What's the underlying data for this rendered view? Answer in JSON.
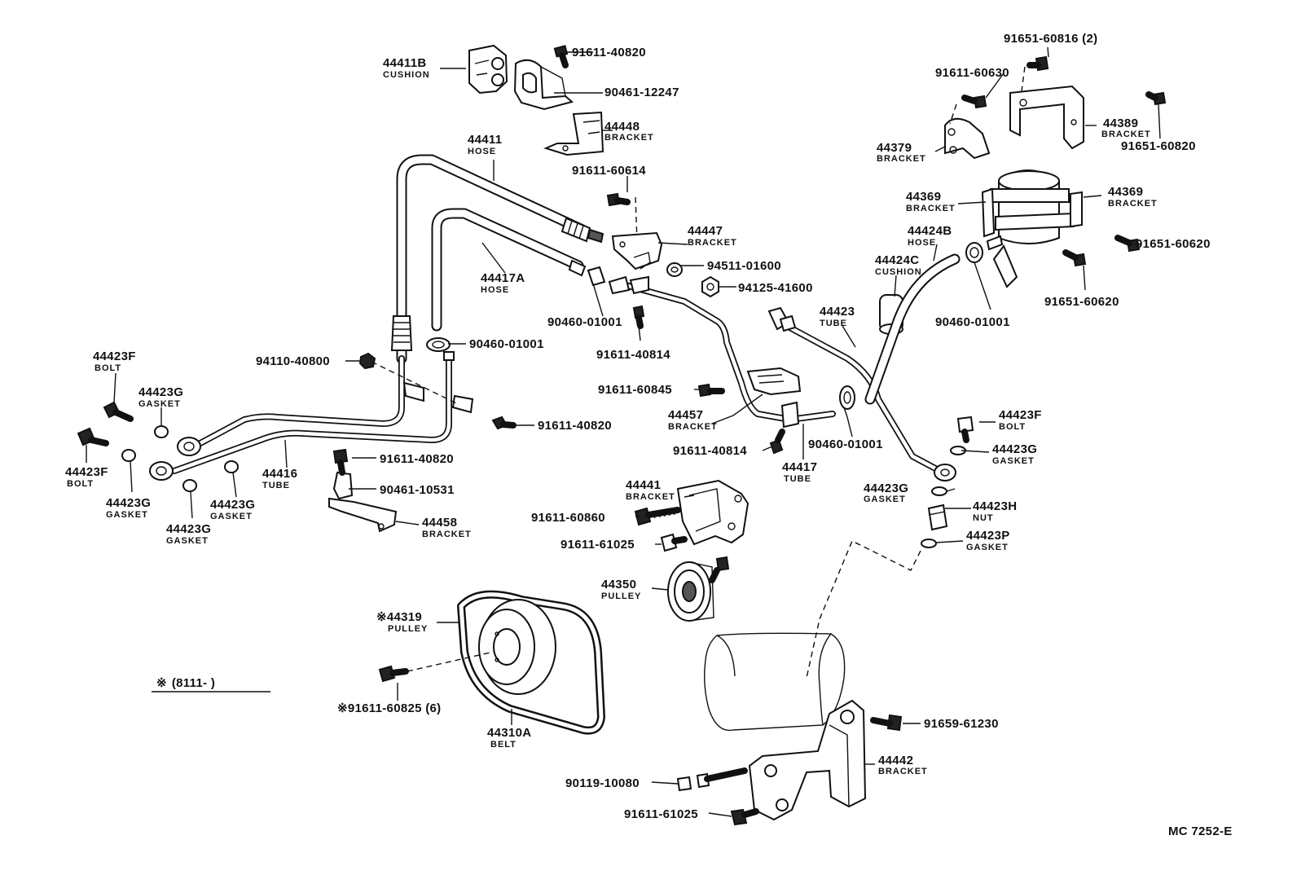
{
  "title_code": "MC 7252-E",
  "footnote": {
    "symbol": "※",
    "range": "(8111-        )"
  },
  "labels": {
    "l01": {
      "pn": "91651-60816 (2)"
    },
    "l02": {
      "pn": "91611-40820"
    },
    "l03": {
      "pn": "44411B",
      "name": "CUSHION"
    },
    "l04": {
      "pn": "90461-12247"
    },
    "l05": {
      "pn": "91611-60630"
    },
    "l06": {
      "pn": "44389",
      "name": "BRACKET"
    },
    "l07": {
      "pn": "91651-60820"
    },
    "l08": {
      "pn": "44448",
      "name": "BRACKET"
    },
    "l09": {
      "pn": "44379",
      "name": "BRACKET"
    },
    "l10": {
      "pn": "44411",
      "name": "HOSE"
    },
    "l11": {
      "pn": "91611-60614"
    },
    "l12": {
      "pn": "44369",
      "name": "BRACKET"
    },
    "l13": {
      "pn": "44369",
      "name": "BRACKET"
    },
    "l14": {
      "pn": "44447",
      "name": "BRACKET"
    },
    "l15": {
      "pn": "44424B",
      "name": "HOSE"
    },
    "l16": {
      "pn": "91651-60620"
    },
    "l17": {
      "pn": "94511-01600"
    },
    "l18": {
      "pn": "44424C",
      "name": "CUSHION"
    },
    "l19": {
      "pn": "44417A",
      "name": "HOSE"
    },
    "l20": {
      "pn": "94125-41600"
    },
    "l21": {
      "pn": "91651-60620"
    },
    "l22": {
      "pn": "44423",
      "name": "TUBE"
    },
    "l23": {
      "pn": "90460-01001"
    },
    "l24": {
      "pn": "90460-01001"
    },
    "l25": {
      "pn": "90460-01001"
    },
    "l26": {
      "pn": "91611-40814"
    },
    "l27": {
      "pn": "44423F",
      "name": "BOLT"
    },
    "l28": {
      "pn": "94110-40800"
    },
    "l29": {
      "pn": "44423G",
      "name": "GASKET"
    },
    "l30": {
      "pn": "91611-60845"
    },
    "l31": {
      "pn": "44457",
      "name": "BRACKET"
    },
    "l32": {
      "pn": "44423F",
      "name": "BOLT"
    },
    "l33": {
      "pn": "91611-40820"
    },
    "l34": {
      "pn": "90460-01001"
    },
    "l35": {
      "pn": "44423G",
      "name": "GASKET"
    },
    "l36": {
      "pn": "91611-40814"
    },
    "l37": {
      "pn": "91611-40820"
    },
    "l38": {
      "pn": "44417",
      "name": "TUBE"
    },
    "l39": {
      "pn": "44423F",
      "name": "BOLT"
    },
    "l40": {
      "pn": "44416",
      "name": "TUBE"
    },
    "l41": {
      "pn": "44423G",
      "name": "GASKET"
    },
    "l42": {
      "pn": "44423G",
      "name": "GASKET"
    },
    "l43": {
      "pn": "44423H",
      "name": "NUT"
    },
    "l44": {
      "pn": "90461-10531"
    },
    "l45": {
      "pn": "44441",
      "name": "BRACKET"
    },
    "l46": {
      "pn": "44423G",
      "name": "GASKET"
    },
    "l47": {
      "pn": "44423G",
      "name": "GASKET"
    },
    "l48": {
      "pn": "44458",
      "name": "BRACKET"
    },
    "l49": {
      "pn": "91611-60860"
    },
    "l50": {
      "pn": "44423P",
      "name": "GASKET"
    },
    "l51": {
      "pn": "91611-61025"
    },
    "l52": {
      "pn": "44350",
      "name": "PULLEY"
    },
    "l53": {
      "pn": "※44319",
      "name": "PULLEY"
    },
    "l54": {
      "pn": "※91611-60825 (6)"
    },
    "l55": {
      "pn": "44310A",
      "name": "BELT"
    },
    "l56": {
      "pn": "91659-61230"
    },
    "l57": {
      "pn": "44442",
      "name": "BRACKET"
    },
    "l58": {
      "pn": "90119-10080"
    },
    "l59": {
      "pn": "91611-61025"
    }
  }
}
